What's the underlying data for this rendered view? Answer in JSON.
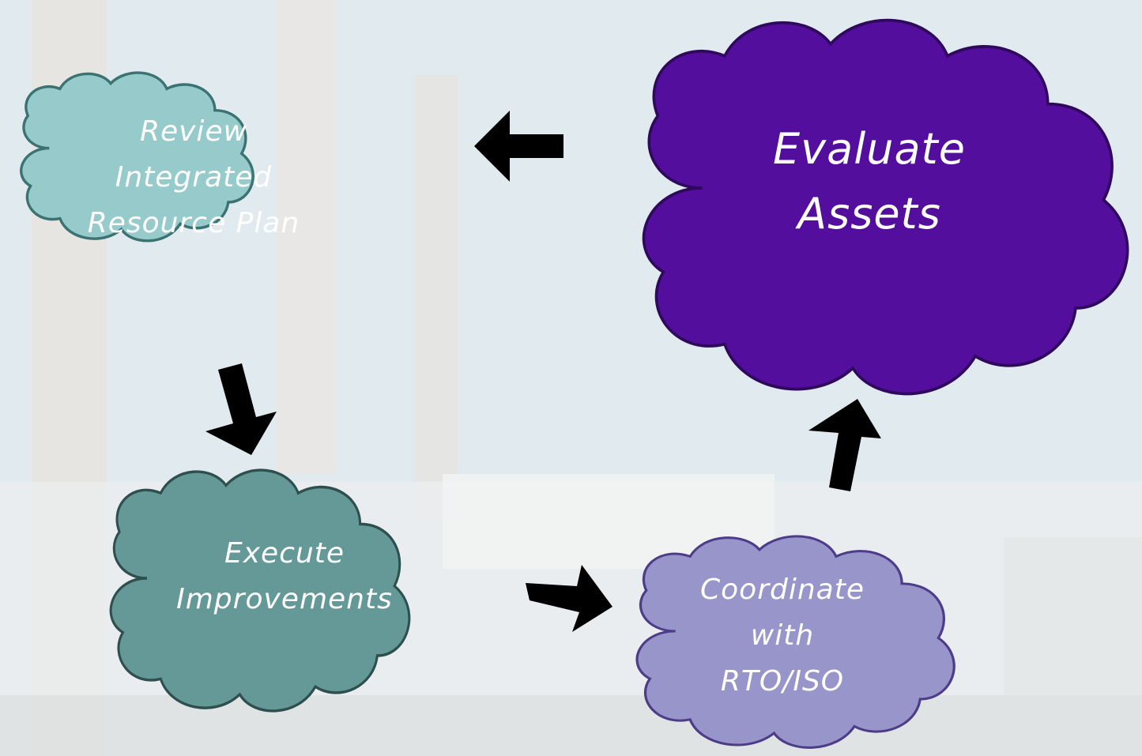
{
  "colors": {
    "review_cloud": "#97cbcb",
    "review_cloud_stroke": "#3b7272",
    "evaluate_cloud": "#530e9e",
    "evaluate_cloud_stroke": "#2f0a5c",
    "execute_cloud": "#659998",
    "execute_cloud_stroke": "#2e4f4e",
    "coordinate_cloud": "#9795ca",
    "coordinate_cloud_stroke": "#4d3d89",
    "arrow": "#000000",
    "label_text": "#ffffff"
  },
  "nodes": {
    "review": {
      "line1": "Review",
      "line2": "Integrated",
      "line3": "Resource Plan"
    },
    "evaluate": {
      "line1": "Evaluate",
      "line2": "Assets"
    },
    "execute": {
      "line1": "Execute",
      "line2": "Improvements"
    },
    "coordinate": {
      "line1": "Coordinate",
      "line2": "with",
      "line3": "RTO/ISO"
    }
  },
  "arrows": [
    {
      "from": "evaluate",
      "to": "review",
      "direction": "left"
    },
    {
      "from": "review",
      "to": "execute",
      "direction": "down"
    },
    {
      "from": "execute",
      "to": "coordinate",
      "direction": "right"
    },
    {
      "from": "coordinate",
      "to": "evaluate",
      "direction": "up"
    }
  ]
}
